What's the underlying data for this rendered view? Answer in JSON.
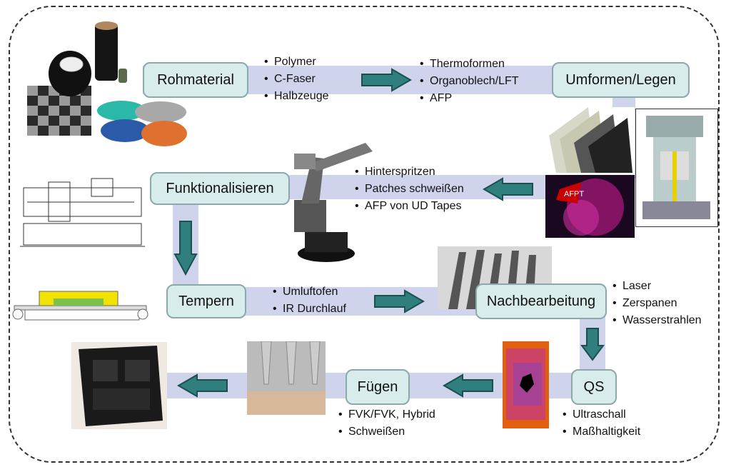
{
  "steps": {
    "rohmaterial": "Rohmaterial",
    "umformen": "Umformen/Legen",
    "funktionalisieren": "Funktionalisieren",
    "tempern": "Tempern",
    "nachbearbeitung": "Nachbearbeitung",
    "qs": "QS",
    "fuegen": "Fügen"
  },
  "bullets": {
    "rohmaterial": [
      "Polymer",
      "C-Faser",
      "Halbzeuge"
    ],
    "umformen": [
      "Thermoformen",
      "Organoblech/LFT",
      "AFP"
    ],
    "funktionalisieren": [
      "Hinterspritzen",
      "Patches schweißen",
      "AFP von UD Tapes"
    ],
    "tempern": [
      "Umluftofen",
      "IR Durchlauf"
    ],
    "nachbearbeitung": [
      "Laser",
      "Zerspanen",
      "Wasserstrahlen"
    ],
    "qs": [
      "Ultraschall",
      "Maßhaltigkeit"
    ],
    "fuegen": [
      "FVK/FVK, Hybrid",
      "Schweißen"
    ]
  },
  "logo_text": "AFPT",
  "colors": {
    "band": "#cfd3ec",
    "box_fill": "#d9ecec",
    "box_border": "#8aa9a9",
    "arrow": "#2f7f7f",
    "arrow_border": "#1d4f4f"
  },
  "icons": [
    "fiber-spools-photo",
    "granulate-photo",
    "composite-sheets-photo",
    "press-machine-photo",
    "injection-molding-drawing",
    "robot-arm-photo",
    "tempering-drawing",
    "milling-tools-photo",
    "thermography-photo",
    "welding-nozzles-photo",
    "car-part-photo"
  ]
}
